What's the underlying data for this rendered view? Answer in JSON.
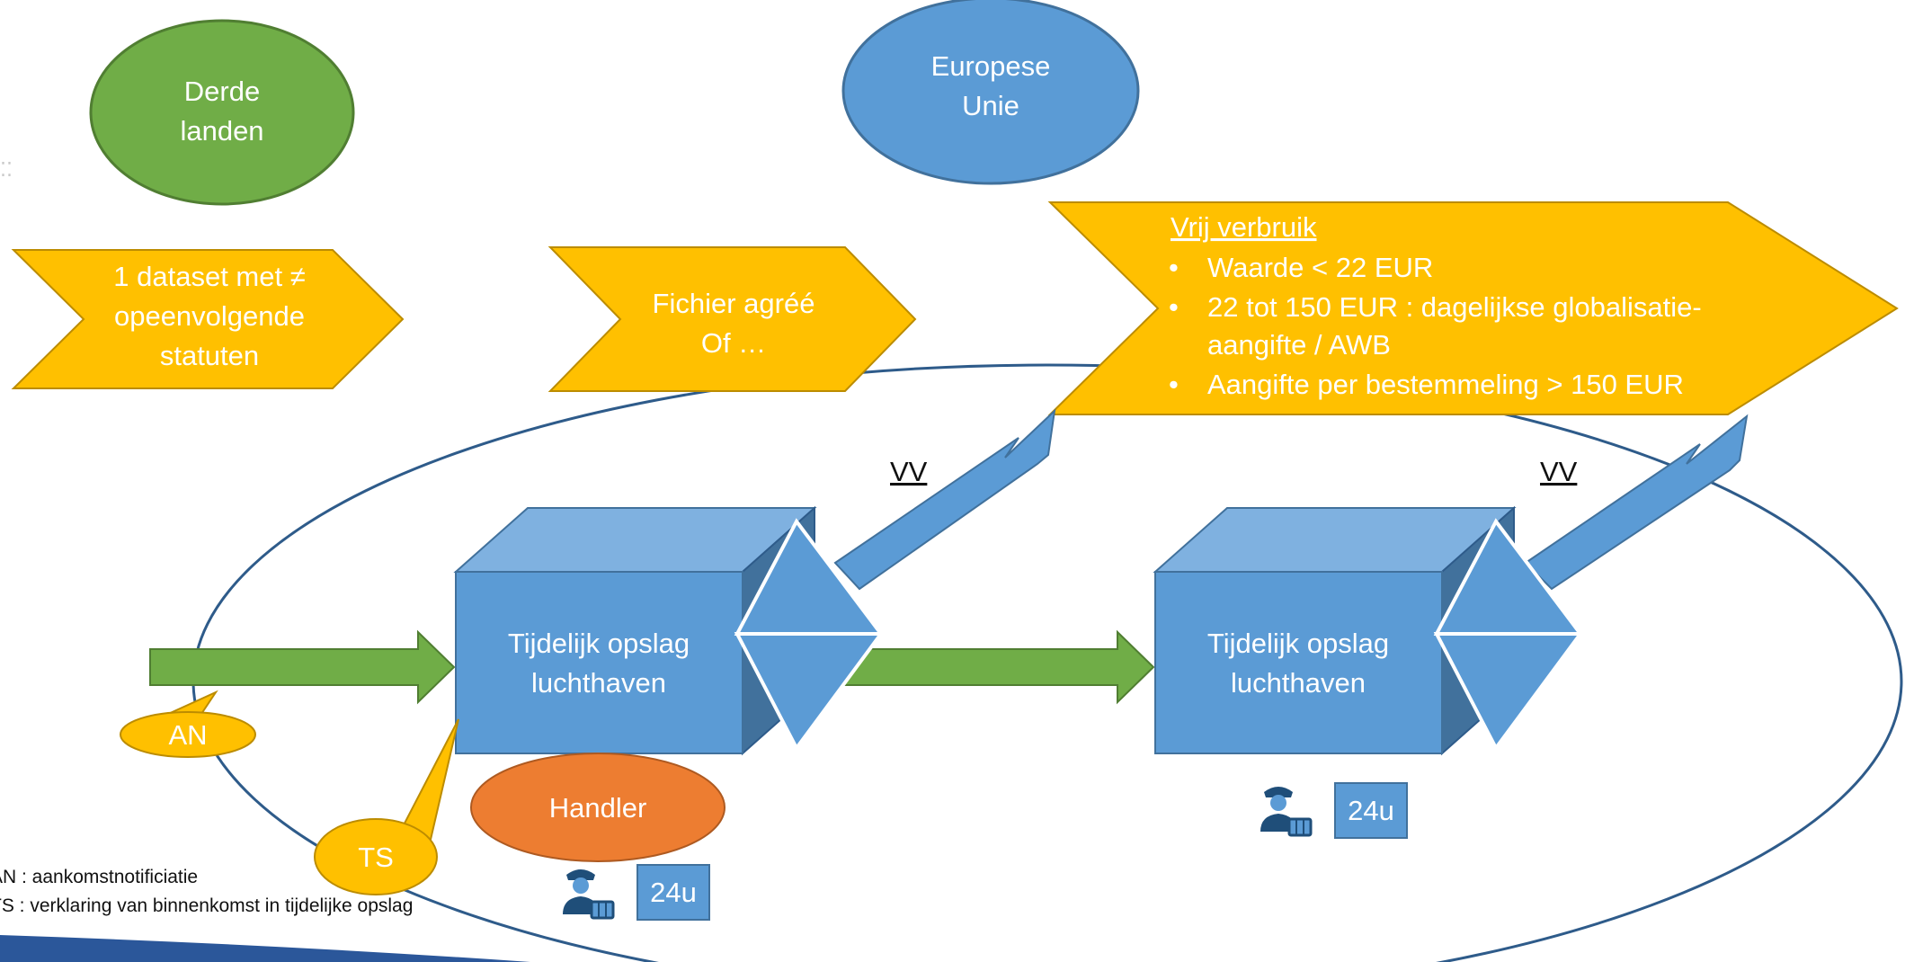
{
  "regions": {
    "third_countries": "Derde\nlanden",
    "eu": "Europese\nUnie"
  },
  "process_steps": {
    "dataset": "1 dataset met ≠\nopeenvolgende\nstatuten",
    "fichier": "Fichier agréé\nOf …"
  },
  "free_circulation": {
    "title": "Vrij verbruik",
    "bullets": [
      "Waarde < 22 EUR",
      "22 tot 150 EUR : dagelijkse globalisatie-\naangifte / AWB",
      "Aangifte per bestemmeling > 150 EUR"
    ]
  },
  "warehouses": [
    {
      "label": "Tijdelijk opslag\nluchthaven",
      "time": "24u"
    },
    {
      "label": "Tijdelijk opslag\nluchthaven",
      "time": "24u"
    }
  ],
  "arrow_labels": {
    "vv_1": "VV",
    "vv_2": "VV"
  },
  "callouts": {
    "an": "AN",
    "ts": "TS"
  },
  "handler": "Handler",
  "legend": {
    "an": "AN : aankomstnotificiatie",
    "ts": "TS : verklaring van binnenkomst in tijdelijke opslag"
  },
  "colors": {
    "green": "#70ad47",
    "blue": "#5b9bd5",
    "yellow": "#ffc000",
    "orange": "#ed7d31",
    "outline": "#2e5b8a"
  }
}
